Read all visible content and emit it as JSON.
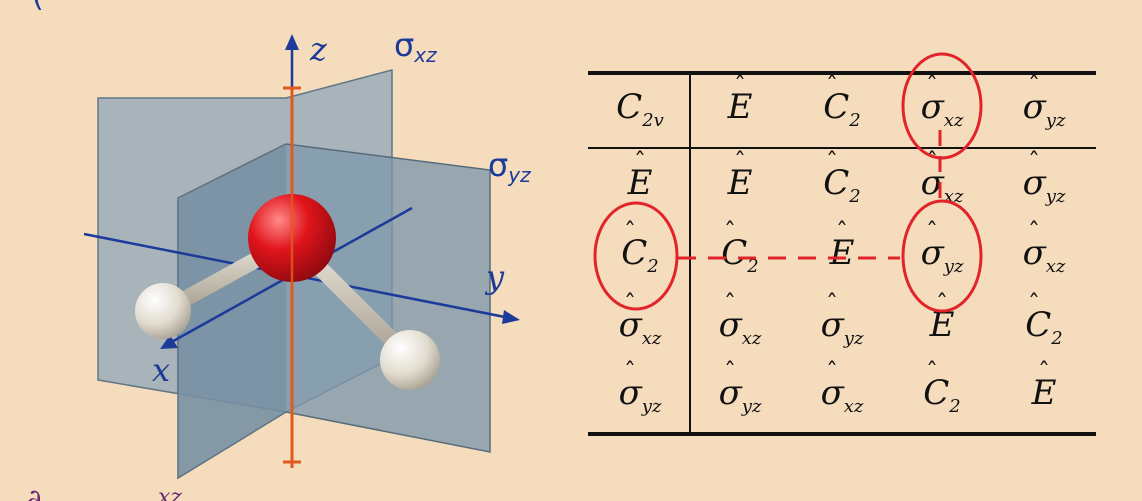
{
  "molecule": {
    "axis_labels": {
      "z": "z",
      "y": "y",
      "x": "x"
    },
    "plane_labels": {
      "sigma_xz": {
        "symbol": "σ",
        "sub": "xz"
      },
      "sigma_yz": {
        "symbol": "σ",
        "sub": "yz"
      }
    },
    "partial_text": {
      "top_left": "(",
      "bottom_left": "xz"
    }
  },
  "table": {
    "headers": [
      {
        "base": "C",
        "sub": "2v",
        "hat": false
      },
      {
        "base": "E",
        "sub": "",
        "hat": true
      },
      {
        "base": "C",
        "sub": "2",
        "hat": true
      },
      {
        "base": "σ",
        "sub": "xz",
        "hat": true
      },
      {
        "base": "σ",
        "sub": "yz",
        "hat": true
      }
    ],
    "rows": [
      [
        {
          "base": "E",
          "sub": "",
          "hat": true
        },
        {
          "base": "E",
          "sub": "",
          "hat": true
        },
        {
          "base": "C",
          "sub": "2",
          "hat": true
        },
        {
          "base": "σ",
          "sub": "xz",
          "hat": true
        },
        {
          "base": "σ",
          "sub": "yz",
          "hat": true
        }
      ],
      [
        {
          "base": "C",
          "sub": "2",
          "hat": true
        },
        {
          "base": "C",
          "sub": "2",
          "hat": true
        },
        {
          "base": "E",
          "sub": "",
          "hat": true
        },
        {
          "base": "σ",
          "sub": "yz",
          "hat": true
        },
        {
          "base": "σ",
          "sub": "xz",
          "hat": true
        }
      ],
      [
        {
          "base": "σ",
          "sub": "xz",
          "hat": true
        },
        {
          "base": "σ",
          "sub": "xz",
          "hat": true
        },
        {
          "base": "σ",
          "sub": "yz",
          "hat": true
        },
        {
          "base": "E",
          "sub": "",
          "hat": true
        },
        {
          "base": "C",
          "sub": "2",
          "hat": true
        }
      ],
      [
        {
          "base": "σ",
          "sub": "yz",
          "hat": true
        },
        {
          "base": "σ",
          "sub": "yz",
          "hat": true
        },
        {
          "base": "σ",
          "sub": "xz",
          "hat": true
        },
        {
          "base": "C",
          "sub": "2",
          "hat": true
        },
        {
          "base": "E",
          "sub": "",
          "hat": true
        }
      ]
    ]
  },
  "colors": {
    "background": "#f5dcbd",
    "axis_blue": "#1b3a9a",
    "highlight_red": "#e0242a",
    "c2_axis": "#e05a1e",
    "plane_fill": "#8ea7b8",
    "oxygen": "#d8141c",
    "hydrogen": "#e8e2d6",
    "bond": "#c9c3b6"
  }
}
